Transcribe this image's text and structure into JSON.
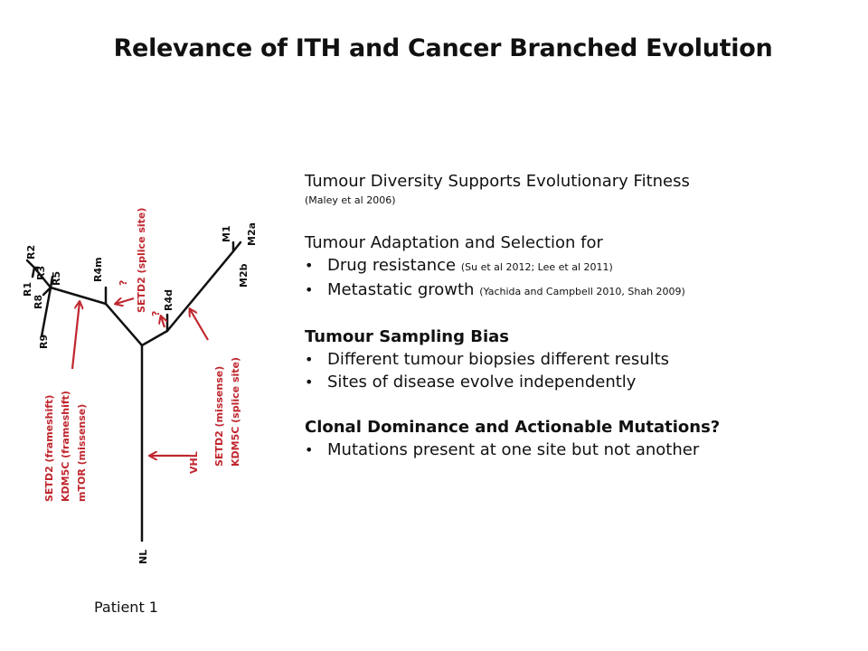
{
  "title": "Relevance of ITH and Cancer Branched Evolution",
  "patient_label": "Patient 1",
  "tree": {
    "leaves": {
      "r1": "R1",
      "r2": "R2",
      "r3": "R3",
      "r8": "R8",
      "r5": "R5",
      "r9": "R9",
      "r4m": "R4m",
      "r4d": "R4d",
      "m1": "M1",
      "m2a": "M2a",
      "m2b": "M2b",
      "nl": "NL"
    },
    "annotations": {
      "trunk_primary": [
        "SETD2 (frameshift)",
        "KDM5C (frameshift)",
        "mTOR (missense)"
      ],
      "r4m_branch": "SETD2 (splice site)",
      "r4m_q": "?",
      "r4d_q": "?",
      "metastasis": [
        "SETD2 (missense)",
        "KDM5C (splice site)"
      ],
      "trunk": "VHL"
    },
    "colors": {
      "tree": "#111111",
      "annotation": "#c0262e"
    }
  },
  "text": {
    "s1_heading": "Tumour Diversity Supports Evolutionary Fitness",
    "s1_ref": "(Maley et al 2006)",
    "s2_heading": "Tumour Adaptation and Selection for",
    "s2_b1_text": "Drug resistance",
    "s2_b1_ref": "(Su et al 2012; Lee et al 2011)",
    "s2_b2_text": "Metastatic growth",
    "s2_b2_ref": "(Yachida and Campbell 2010, Shah 2009)",
    "s3_heading": "Tumour Sampling Bias",
    "s3_b1": "Different tumour biopsies different results",
    "s3_b2": "Sites of disease evolve independently",
    "s4_heading": "Clonal Dominance and Actionable Mutations?",
    "s4_b1": "Mutations present at one site but not another"
  }
}
